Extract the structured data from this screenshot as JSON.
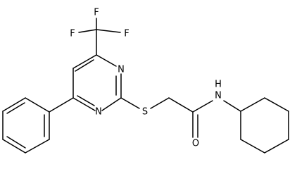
{
  "molecule": {
    "atoms": {
      "f1": "F",
      "f2": "F",
      "f3": "F",
      "n_upper": "N",
      "n_lower": "N",
      "s": "S",
      "nh": "N",
      "h": "H",
      "o": "O"
    },
    "colors": {
      "bond": "#000000",
      "label": "#000000",
      "background": "#ffffff"
    }
  }
}
